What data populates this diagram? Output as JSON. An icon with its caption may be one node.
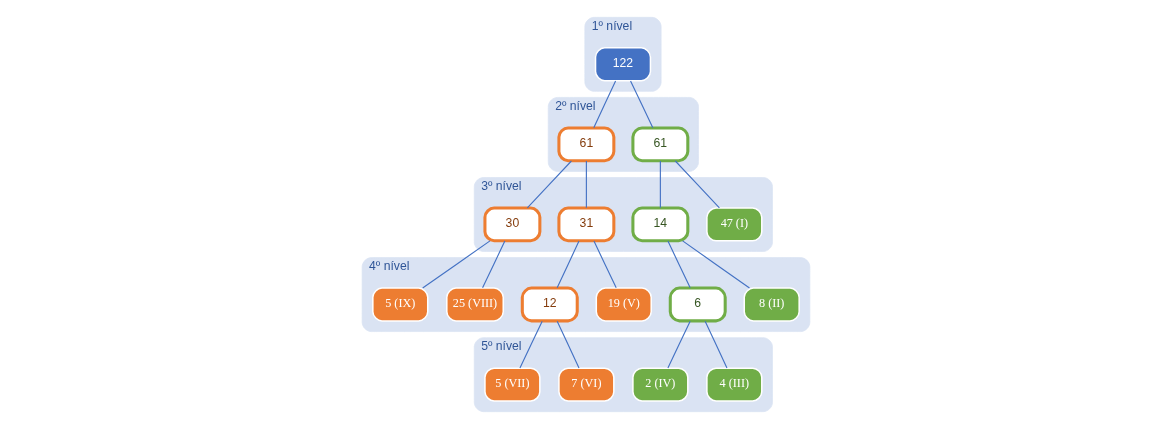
{
  "diagram": {
    "nodes": [
      {
        "text": [
          "1º nível"
        ]
      },
      {
        "text": [
          "122"
        ],
        "in": 0
      },
      {
        "text": [
          "2º nível"
        ]
      },
      {
        "text": [
          "61"
        ],
        "in": 2
      },
      {
        "text": [
          "61"
        ],
        "in": 2
      },
      {
        "text": [
          "3º nível"
        ]
      },
      {
        "text": [
          "47 (I)"
        ],
        "in": 5
      },
      {
        "text": [
          "14"
        ],
        "in": 5
      },
      {
        "text": [
          "31"
        ],
        "in": 5
      },
      {
        "text": [
          "30"
        ],
        "in": 5
      },
      {
        "text": [
          "4º nível"
        ]
      },
      {
        "text": [
          "8 (II)"
        ],
        "in": 10
      },
      {
        "text": [
          "6"
        ],
        "in": 10
      },
      {
        "text": [
          "19 (V)"
        ],
        "in": 10
      },
      {
        "text": [
          "12"
        ],
        "in": 10
      },
      {
        "text": [
          "25 (VIII)"
        ],
        "in": 10
      },
      {
        "text": [
          "5 (IX)"
        ],
        "in": 10
      },
      {
        "text": [
          "5º nível"
        ]
      },
      {
        "text": [
          "4 (III)"
        ],
        "in": 17
      },
      {
        "text": [
          "2 (IV)"
        ],
        "in": 17
      },
      {
        "text": [
          "7 (VI)"
        ],
        "in": 17
      },
      {
        "text": [
          "5 (VII)"
        ],
        "in": 17
      }
    ],
    "edges": [
      {
        "from": 1,
        "to": 3,
        "arrow": "none"
      },
      {
        "from": 1,
        "to": 4,
        "arrow": "none"
      },
      {
        "from": 3,
        "to": 6,
        "arrow": "none"
      },
      {
        "from": 3,
        "to": 7,
        "arrow": "none"
      },
      {
        "from": 4,
        "to": 8,
        "arrow": "none"
      },
      {
        "from": 4,
        "to": 9,
        "arrow": "none"
      },
      {
        "from": 7,
        "to": 11,
        "arrow": "none"
      },
      {
        "from": 7,
        "to": 12,
        "arrow": "none"
      },
      {
        "from": 8,
        "to": 13,
        "arrow": "none"
      },
      {
        "from": 8,
        "to": 14,
        "arrow": "none"
      },
      {
        "from": 9,
        "to": 15,
        "arrow": "none"
      },
      {
        "from": 9,
        "to": 16,
        "arrow": "none"
      },
      {
        "from": 12,
        "to": 18,
        "arrow": "none"
      },
      {
        "from": 12,
        "to": 19,
        "arrow": "none"
      },
      {
        "from": 14,
        "to": 20,
        "arrow": "none"
      },
      {
        "from": 14,
        "to": 21,
        "arrow": "none"
      }
    ]
  }
}
